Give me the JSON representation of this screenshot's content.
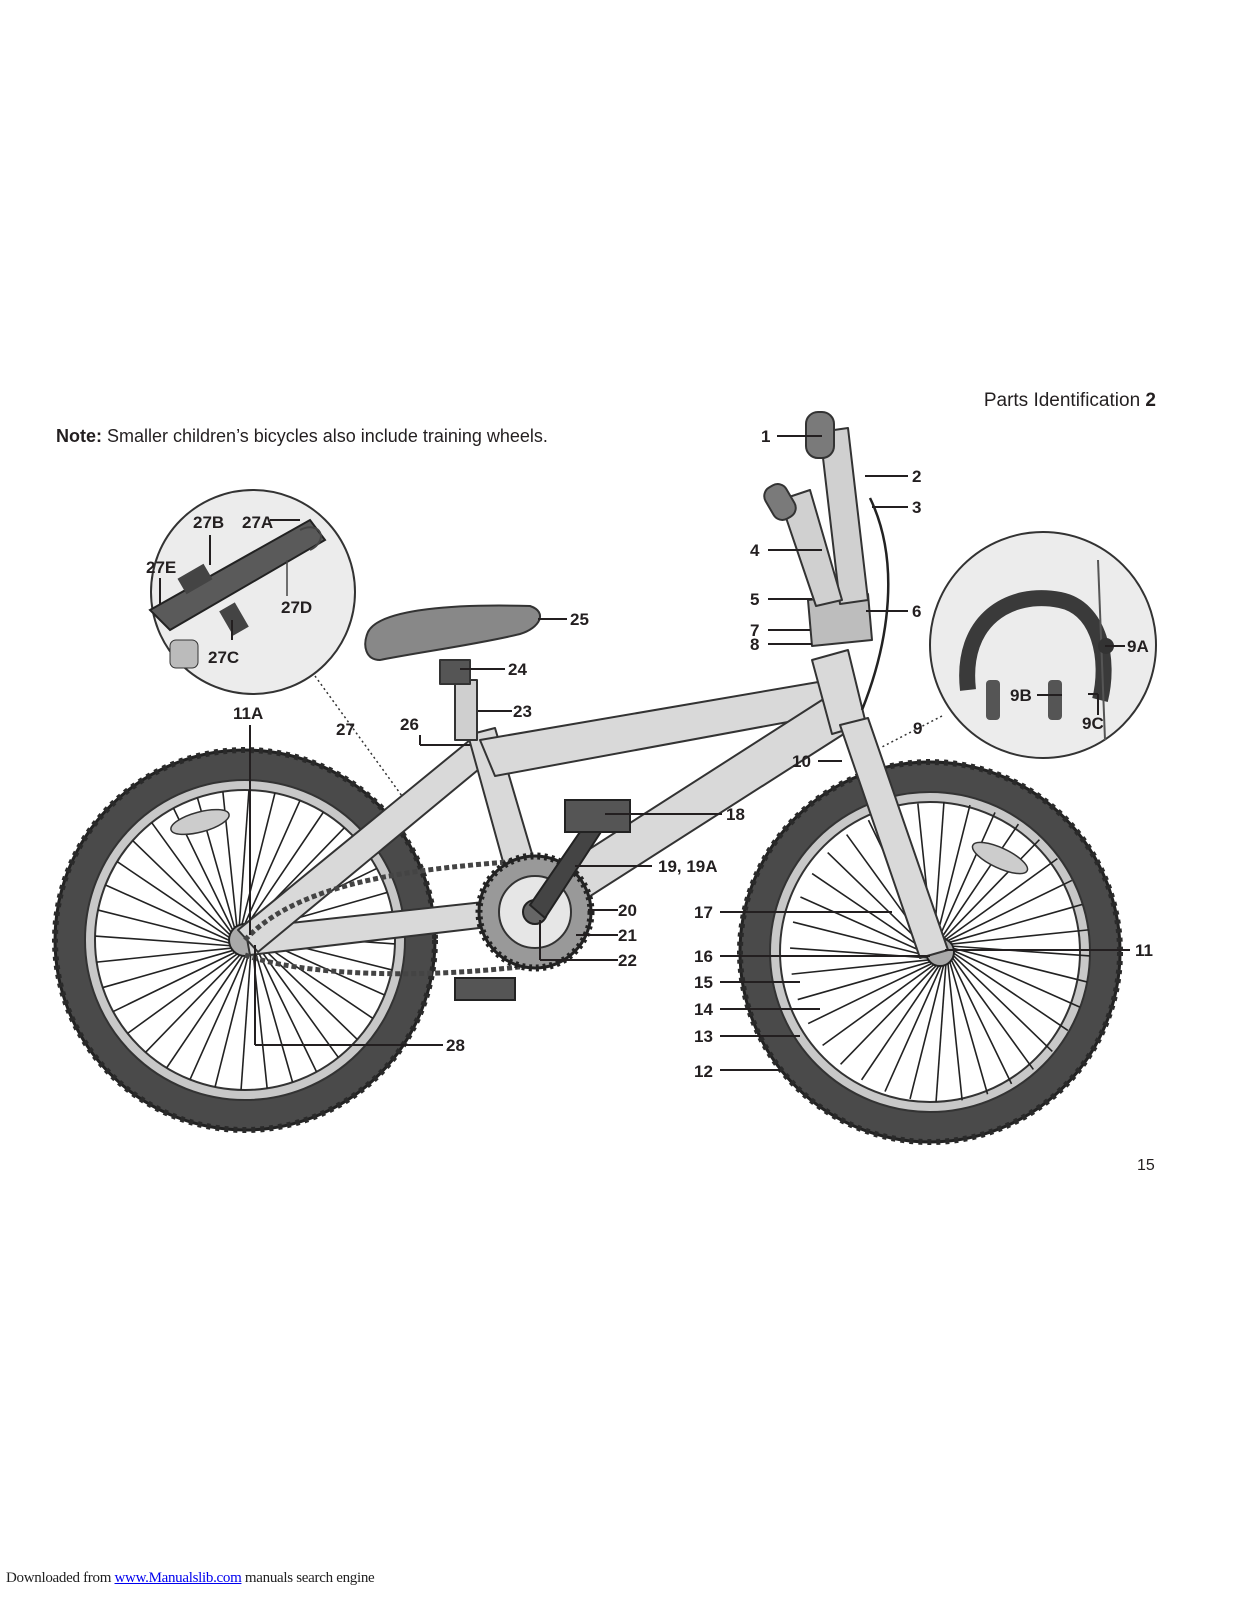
{
  "header": {
    "section_title": "Parts Identification",
    "section_number": "2"
  },
  "note": {
    "label": "Note:",
    "text": "Smaller children’s bicycles also include training wheels."
  },
  "labels": {
    "l1": "1",
    "l2": "2",
    "l3": "3",
    "l4": "4",
    "l5": "5",
    "l6": "6",
    "l7": "7",
    "l8": "8",
    "l9": "9",
    "l9A": "9A",
    "l9B": "9B",
    "l9C": "9C",
    "l10": "10",
    "l11": "11",
    "l11A": "11A",
    "l12": "12",
    "l13": "13",
    "l14": "14",
    "l15": "15",
    "l16": "16",
    "l17": "17",
    "l18": "18",
    "l19": "19, 19A",
    "l20": "20",
    "l21": "21",
    "l22": "22",
    "l23": "23",
    "l24": "24",
    "l25": "25",
    "l26": "26",
    "l27": "27",
    "l27A": "27A",
    "l27B": "27B",
    "l27C": "27C",
    "l27D": "27D",
    "l27E": "27E",
    "l28": "28"
  },
  "page_number": "15",
  "footer": {
    "prefix": "Downloaded from",
    "link_text": "www.Manualslib.com",
    "suffix": " manuals search engine"
  }
}
